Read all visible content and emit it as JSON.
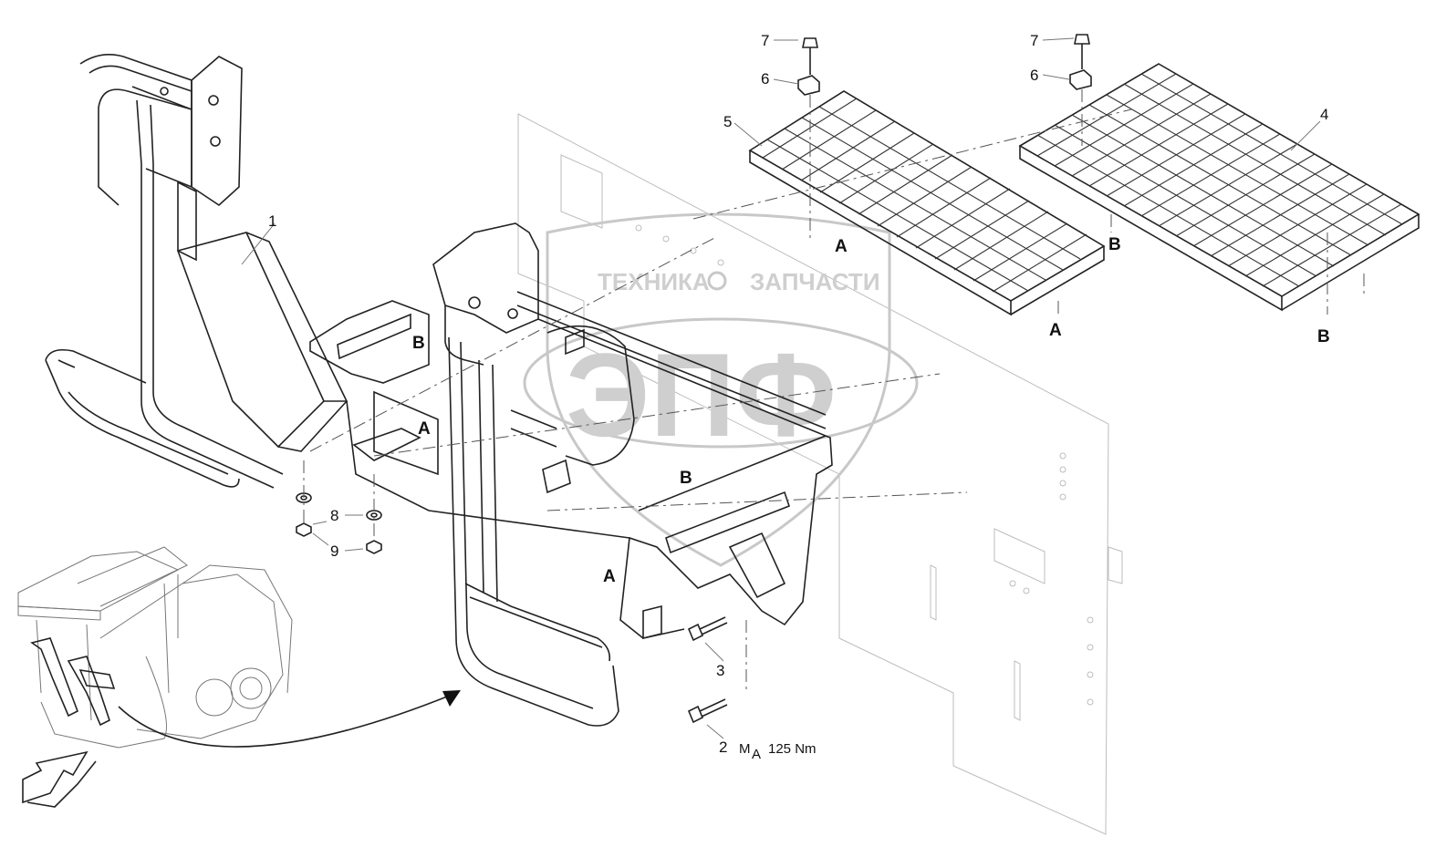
{
  "watermark": {
    "top_left": "ТЕХНИКА",
    "top_right": "ЗАПЧАСТИ",
    "big": "ЭПФ"
  },
  "parts": [
    {
      "id": "part-1",
      "text": "1"
    },
    {
      "id": "part-2",
      "text": "2"
    },
    {
      "id": "part-3",
      "text": "3"
    },
    {
      "id": "part-4",
      "text": "4"
    },
    {
      "id": "part-5",
      "text": "5"
    },
    {
      "id": "part-6a",
      "text": "6"
    },
    {
      "id": "part-6b",
      "text": "6"
    },
    {
      "id": "part-7a",
      "text": "7"
    },
    {
      "id": "part-7b",
      "text": "7"
    },
    {
      "id": "part-8",
      "text": "8"
    },
    {
      "id": "part-9",
      "text": "9"
    }
  ],
  "refs": [
    {
      "id": "ref-a-1",
      "text": "A"
    },
    {
      "id": "ref-a-2",
      "text": "A"
    },
    {
      "id": "ref-a-3",
      "text": "A"
    },
    {
      "id": "ref-a-4",
      "text": "A"
    },
    {
      "id": "ref-b-1",
      "text": "B"
    },
    {
      "id": "ref-b-2",
      "text": "B"
    },
    {
      "id": "ref-b-3",
      "text": "B"
    },
    {
      "id": "ref-b-4",
      "text": "B"
    }
  ],
  "torque": {
    "symbol": "M",
    "subscript": "A",
    "value": "125 Nm"
  }
}
